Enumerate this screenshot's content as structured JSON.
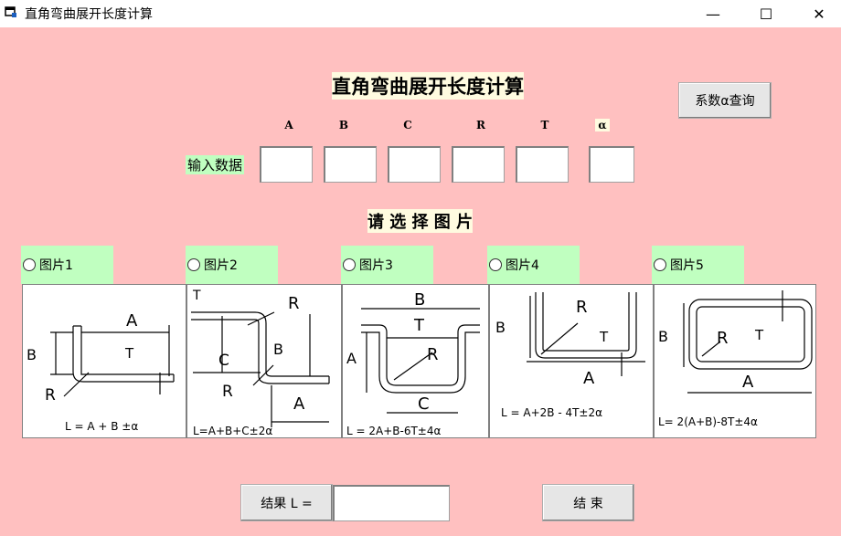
{
  "window": {
    "title": "直角弯曲展开长度计算",
    "minimize": "—",
    "maximize": "☐",
    "close": "✕"
  },
  "header": {
    "title": "直角弯曲展开长度计算",
    "coef_button": "系数α查询"
  },
  "inputs": {
    "label": "输入数据",
    "columns": [
      {
        "name": "A",
        "value": ""
      },
      {
        "name": "B",
        "value": ""
      },
      {
        "name": "C",
        "value": ""
      },
      {
        "name": "R",
        "value": ""
      },
      {
        "name": "T",
        "value": ""
      },
      {
        "name": "α",
        "value": ""
      }
    ]
  },
  "select_title": "请 选 择 图 片",
  "pictures": [
    {
      "label": "图片1",
      "labels": [
        "A",
        "B",
        "T",
        "R"
      ],
      "formula": "L = A + B ±α"
    },
    {
      "label": "图片2",
      "labels": [
        "T",
        "R",
        "C",
        "B",
        "R",
        "A"
      ],
      "formula": "L=A+B+C±2α"
    },
    {
      "label": "图片3",
      "labels": [
        "B",
        "T",
        "A",
        "R",
        "C"
      ],
      "formula": "L = 2A+B-6T±4α"
    },
    {
      "label": "图片4",
      "labels": [
        "R",
        "B",
        "T",
        "A"
      ],
      "formula": "L = A+2B - 4T±2α"
    },
    {
      "label": "图片5",
      "labels": [
        "B",
        "R",
        "T",
        "A"
      ],
      "formula": "L= 2(A+B)-8T±4α"
    }
  ],
  "footer": {
    "result_label": "结果  L =",
    "result_value": "",
    "end_button": "结    束"
  }
}
